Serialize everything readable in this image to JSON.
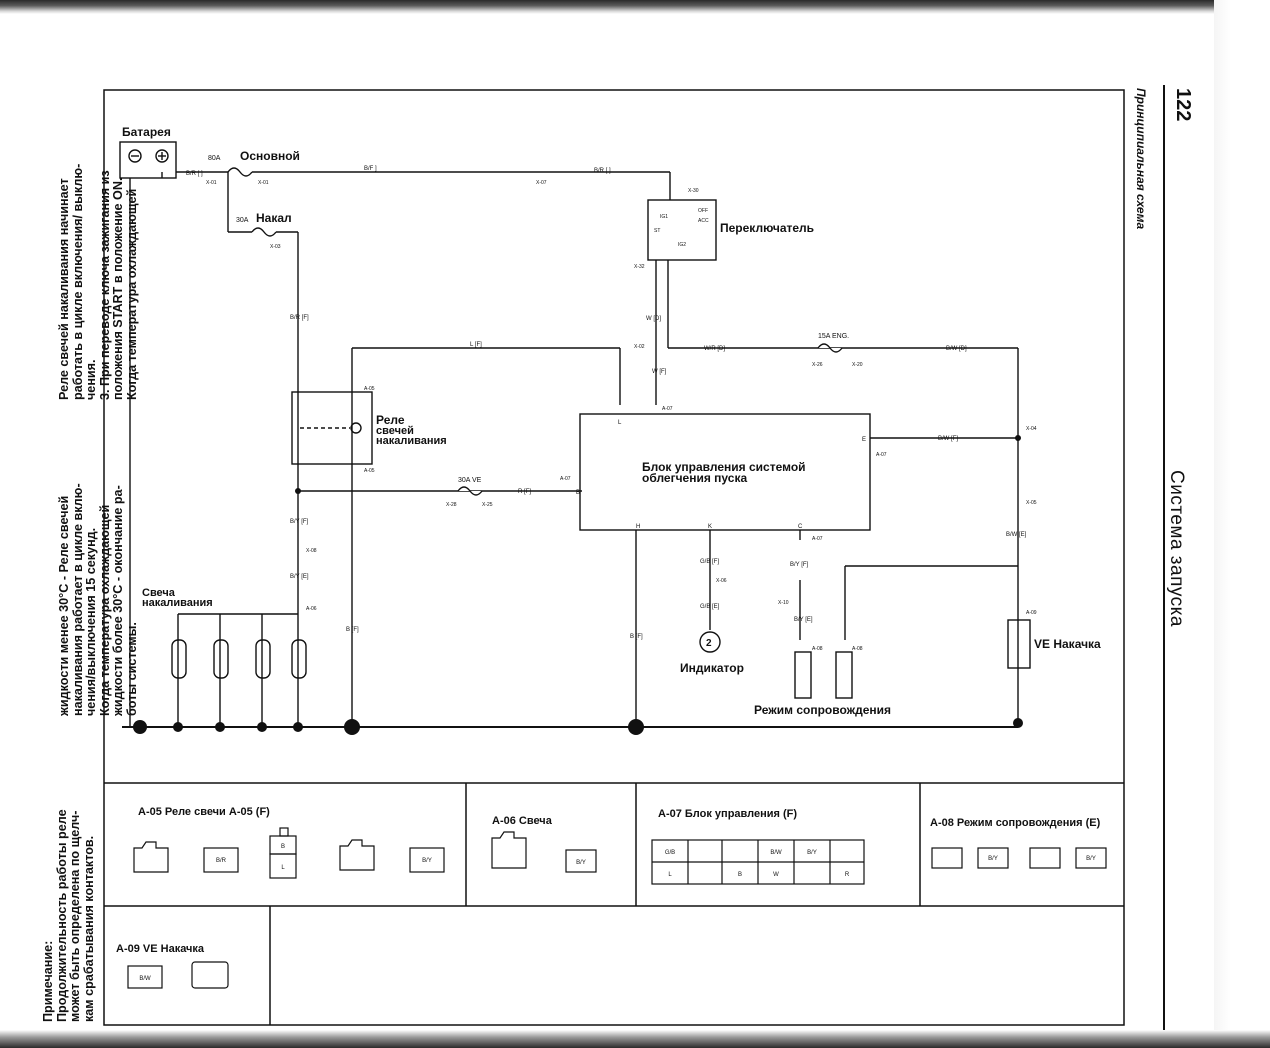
{
  "page": {
    "number": "122",
    "subtitle": "Принципиальная схема",
    "title": "Система запуска"
  },
  "left_text": {
    "lines": [
      "Реле свечей накаливания начинает",
      "работать в цикле включения/ выклю-",
      "чения.",
      "3. При переводе ключа зажигания из",
      "положения START в положение ON.",
      "Когда температура охлаждающей",
      "жидкости менее 30°С - Реле свечей",
      "накаливания работает в цикле вклю-",
      "чения/выключения 15 секунд.",
      "Когда температура охлаждающей",
      "жидкости более 30°С - окончание ра-",
      "боты системы."
    ],
    "note_lines": [
      "Примечание:",
      "Продолжительность работы реле",
      "может быть определена по щелч-",
      "кам срабатывания контактов."
    ]
  },
  "components": {
    "battery": "Батарея",
    "main_fuse_rating": "80А",
    "main_fuse": "Основной",
    "glow_fuse_rating": "30А",
    "glow_fuse": "Накал",
    "switch": "Переключатель",
    "relay": [
      "Реле",
      "свечей",
      "накаливания"
    ],
    "plug": [
      "Свеча",
      "накаливания"
    ],
    "control_unit": [
      "Блок управления системой",
      "облегчения пуска"
    ],
    "indicator": "Индикатор",
    "indicator_num": "2",
    "follow_mode": "Режим сопровождения",
    "ve_pump": "VE Накачка",
    "fuse_15a": "15A ENG.",
    "fuse_30a": "30A VE"
  },
  "switch_positions": [
    "ACC",
    "IG1",
    "IG2",
    "ST",
    "OFF",
    "ACC"
  ],
  "wire_labels": {
    "b_f_1": "B/R [ ]",
    "b_f_2": "B/F ]",
    "b_f_3": "B/R [ ]",
    "w_d": "W [D]",
    "w_f": "W [F]",
    "l_f": "L [F]",
    "wr_d": "W/R [D]",
    "bw_d": "B/W [D]",
    "br_f": "B/R [F]",
    "by_f1": "B/Y [F]",
    "by_e1": "B/Y [E]",
    "b_f_gnd": "B [F]",
    "r_f": "R [F]",
    "bw_f": "B/W [F]",
    "bw_e": "B/W [E]",
    "gb_f": "G/B [F]",
    "gb_e": "G/B [E]",
    "b_f_gnd2": "B [F]",
    "by_f2": "B/Y [F]",
    "by_e2": "B/Y [E]"
  },
  "connector_labels": {
    "x01a": "X-01",
    "x01b": "X-01",
    "x07": "X-07",
    "x30": "X-30",
    "x03": "X-03",
    "x32": "X-32",
    "x02": "X-02",
    "x26": "X-26",
    "x20": "X-20",
    "x28": "X-28",
    "x25": "X-25",
    "x04": "X-04",
    "x05": "X-05",
    "x06": "X-06",
    "x08": "X-08",
    "x10": "X-10",
    "a05a": "A-05",
    "a05b": "A-05",
    "a06": "A-06",
    "a07a": "A-07",
    "a07b": "A-07",
    "a07c": "A-07",
    "a07d": "A-07",
    "a08a": "A-08",
    "a08b": "A-08",
    "a09": "A-09"
  },
  "pin_labels": {
    "cu_l": "L",
    "cu_e": "E",
    "cu_h": "H",
    "cu_k": "K",
    "cu_c": "C",
    "cu_b": "B"
  },
  "connectors": {
    "a05": {
      "title": "А-05 Реле свечи А-05 (F)",
      "pins": [
        "B/R",
        "B",
        "L",
        "B/Y"
      ]
    },
    "a06": {
      "title": "А-06 Свеча",
      "pins": [
        "B/Y"
      ]
    },
    "a07": {
      "title": "А-07 Блок управления (F)",
      "row1": [
        "G/B",
        "",
        "",
        "B/W",
        "B/Y",
        ""
      ],
      "row2": [
        "L",
        "",
        "B",
        "W",
        "",
        "R"
      ]
    },
    "a08": {
      "title": "А-08 Режим сопровождения (E)",
      "pins": [
        "B/Y",
        "B/Y"
      ]
    },
    "a09": {
      "title": "А-09 VE Накачка",
      "pins": [
        "B/W"
      ]
    }
  }
}
